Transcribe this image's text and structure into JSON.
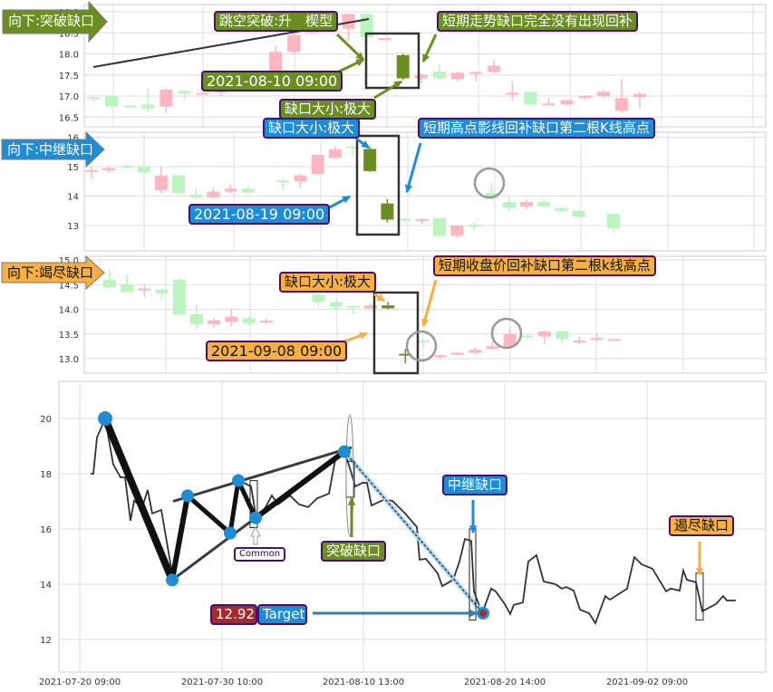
{
  "colors": {
    "up": "#ffb6c1",
    "down": "#b9f5bd",
    "gap": "#6b8e23",
    "olive": "#6b8e23",
    "blue": "#1f8dd6",
    "orange": "#f5b041",
    "red": "#a52a2a"
  },
  "chart_data": [
    {
      "type": "candlestick",
      "name": "breakaway",
      "yticks": [
        "16.5",
        "17.0",
        "17.5",
        "18.0",
        "18.5",
        "19.0"
      ],
      "ylim": [
        16.4,
        19.1
      ],
      "banner": "向下:突破缺口",
      "annotations": {
        "pattern": "跳空突破:升　楔型",
        "fill": "短期走势缺口完全没有出现回补",
        "date": "2021-08-10 09:00",
        "size": "缺口大小:极大"
      },
      "candles": [
        [
          0,
          16.95,
          16.92,
          17.0,
          16.85,
          "down"
        ],
        [
          1,
          17.0,
          16.75,
          17.0,
          16.72,
          "down"
        ],
        [
          2,
          16.75,
          16.75,
          16.76,
          16.74,
          "down"
        ],
        [
          3,
          16.8,
          16.7,
          17.2,
          16.6,
          "down"
        ],
        [
          4,
          16.75,
          17.15,
          17.2,
          16.6,
          "up"
        ],
        [
          5,
          17.12,
          17.05,
          17.15,
          16.9,
          "down"
        ],
        [
          6,
          17.05,
          17.05,
          17.07,
          17.03,
          "up"
        ],
        [
          7,
          17.08,
          17.1,
          17.12,
          16.98,
          "up"
        ],
        [
          10,
          17.4,
          18.05,
          18.2,
          17.35,
          "up"
        ],
        [
          11,
          18.05,
          18.45,
          18.5,
          18.0,
          "up"
        ],
        [
          12,
          18.5,
          18.6,
          18.65,
          18.45,
          "up"
        ],
        [
          13,
          18.75,
          18.65,
          18.8,
          18.5,
          "down"
        ],
        [
          14,
          18.6,
          18.95,
          18.95,
          18.3,
          "up"
        ],
        [
          15,
          18.95,
          18.4,
          19.0,
          18.3,
          "down"
        ],
        [
          16,
          18.35,
          18.35,
          18.37,
          18.33,
          "up"
        ],
        [
          17,
          17.97,
          17.42,
          18.0,
          17.38,
          "gap"
        ],
        [
          18,
          17.42,
          17.5,
          17.55,
          17.3,
          "up"
        ],
        [
          19,
          17.58,
          17.42,
          17.75,
          17.4,
          "down"
        ],
        [
          20,
          17.4,
          17.55,
          17.58,
          17.35,
          "up"
        ],
        [
          21,
          17.55,
          17.55,
          17.57,
          17.35,
          "up"
        ],
        [
          22,
          17.57,
          17.72,
          17.85,
          17.55,
          "up"
        ],
        [
          23,
          17.03,
          17.08,
          17.35,
          16.9,
          "up"
        ],
        [
          24,
          17.1,
          16.8,
          17.1,
          16.75,
          "down"
        ],
        [
          25,
          16.8,
          16.8,
          16.95,
          16.78,
          "up"
        ],
        [
          26,
          16.8,
          16.9,
          16.92,
          16.78,
          "up"
        ],
        [
          27,
          16.95,
          17.0,
          17.02,
          16.9,
          "up"
        ],
        [
          28,
          17.0,
          17.1,
          17.15,
          16.95,
          "up"
        ],
        [
          29,
          16.65,
          16.95,
          17.4,
          16.6,
          "up"
        ],
        [
          30,
          16.98,
          17.05,
          17.1,
          16.7,
          "up"
        ]
      ]
    },
    {
      "type": "candlestick",
      "name": "runaway",
      "yticks": [
        "13",
        "14",
        "15",
        "16"
      ],
      "ylim": [
        12.2,
        16.1
      ],
      "banner": "向下:中继缺口",
      "annotations": {
        "size": "缺口大小:极大",
        "fill": "短期高点影线回补缺口第二根K线高点",
        "date": "2021-08-19 09:00"
      },
      "candles": [
        [
          0,
          14.85,
          14.85,
          15.0,
          14.6,
          "up"
        ],
        [
          1,
          14.88,
          14.95,
          15.0,
          14.8,
          "up"
        ],
        [
          2,
          15.0,
          15.0,
          15.1,
          14.95,
          "down"
        ],
        [
          3,
          15.0,
          14.8,
          15.02,
          14.78,
          "down"
        ],
        [
          4,
          14.2,
          14.7,
          15.0,
          14.1,
          "up"
        ],
        [
          5,
          14.7,
          14.1,
          14.72,
          14.05,
          "down"
        ],
        [
          6,
          14.05,
          13.95,
          14.25,
          13.9,
          "down"
        ],
        [
          7,
          13.95,
          14.15,
          14.3,
          13.92,
          "up"
        ],
        [
          8,
          14.15,
          14.25,
          14.4,
          14.1,
          "up"
        ],
        [
          9,
          14.25,
          14.12,
          14.35,
          14.1,
          "down"
        ],
        [
          11,
          14.5,
          14.5,
          14.6,
          14.2,
          "down"
        ],
        [
          12,
          14.5,
          14.7,
          14.75,
          14.3,
          "up"
        ],
        [
          13,
          14.75,
          15.4,
          15.42,
          14.72,
          "up"
        ],
        [
          14,
          15.3,
          15.6,
          15.7,
          15.28,
          "up"
        ],
        [
          15,
          15.65,
          15.65,
          15.75,
          15.4,
          "down"
        ],
        [
          16,
          15.6,
          14.85,
          15.65,
          14.82,
          "gap"
        ],
        [
          17,
          13.75,
          13.2,
          13.9,
          13.1,
          "gap"
        ],
        [
          18,
          13.2,
          13.2,
          13.25,
          13.1,
          "down"
        ],
        [
          19,
          13.15,
          13.22,
          13.24,
          13.05,
          "up"
        ],
        [
          20,
          13.25,
          12.65,
          13.27,
          12.63,
          "down"
        ],
        [
          21,
          12.65,
          13.0,
          13.02,
          12.6,
          "up"
        ],
        [
          22,
          13.0,
          13.0,
          13.1,
          12.85,
          "down"
        ],
        [
          23,
          14.1,
          13.9,
          14.45,
          13.85,
          "down"
        ],
        [
          24,
          13.8,
          13.6,
          13.95,
          13.5,
          "down"
        ],
        [
          25,
          13.65,
          13.8,
          13.9,
          13.55,
          "up"
        ],
        [
          26,
          13.8,
          13.65,
          13.9,
          13.62,
          "down"
        ],
        [
          27,
          13.6,
          13.5,
          13.65,
          13.45,
          "down"
        ],
        [
          28,
          13.5,
          13.3,
          13.52,
          13.28,
          "down"
        ],
        [
          30,
          13.4,
          12.9,
          13.42,
          12.75,
          "down"
        ]
      ]
    },
    {
      "type": "candlestick",
      "name": "exhaustion",
      "yticks": [
        "13.0",
        "13.5",
        "14.0",
        "14.5",
        "15.0"
      ],
      "ylim": [
        12.7,
        15.05
      ],
      "banner": "向下:竭尽缺口",
      "annotations": {
        "size": "缺口大小:极大",
        "fill": "短期收盘价回补缺口第二根k线高点",
        "date": "2021-09-08 09:00"
      },
      "candles": [
        [
          1,
          14.6,
          14.45,
          14.8,
          14.43,
          "down"
        ],
        [
          2,
          14.5,
          14.35,
          14.7,
          14.33,
          "down"
        ],
        [
          3,
          14.4,
          14.4,
          14.5,
          14.25,
          "up"
        ],
        [
          4,
          14.4,
          14.32,
          14.42,
          14.2,
          "down"
        ],
        [
          5,
          14.6,
          13.9,
          14.62,
          13.88,
          "down"
        ],
        [
          6,
          13.9,
          13.7,
          14.1,
          13.6,
          "down"
        ],
        [
          7,
          13.7,
          13.78,
          13.82,
          13.63,
          "up"
        ],
        [
          8,
          13.75,
          13.85,
          14.0,
          13.65,
          "up"
        ],
        [
          9,
          13.82,
          13.72,
          13.85,
          13.68,
          "down"
        ],
        [
          10,
          13.75,
          13.75,
          13.82,
          13.7,
          "up"
        ],
        [
          13,
          14.3,
          14.15,
          14.32,
          14.05,
          "down"
        ],
        [
          14,
          14.15,
          14.05,
          14.17,
          13.98,
          "down"
        ],
        [
          15,
          14.05,
          14.05,
          14.07,
          13.9,
          "down"
        ],
        [
          16,
          14.02,
          14.08,
          14.12,
          14.0,
          "up"
        ],
        [
          17,
          14.08,
          14.02,
          14.15,
          14.0,
          "gap"
        ],
        [
          18,
          13.08,
          13.08,
          13.2,
          12.9,
          "gap"
        ],
        [
          19,
          13.35,
          13.35,
          13.4,
          13.2,
          "down"
        ],
        [
          20,
          13.05,
          13.05,
          13.08,
          13.0,
          "up"
        ],
        [
          21,
          13.08,
          13.12,
          13.14,
          13.06,
          "up"
        ],
        [
          22,
          13.12,
          13.18,
          13.22,
          13.1,
          "up"
        ],
        [
          23,
          13.2,
          13.25,
          13.35,
          13.18,
          "up"
        ],
        [
          24,
          13.25,
          13.5,
          13.6,
          13.24,
          "up"
        ],
        [
          25,
          13.45,
          13.43,
          13.47,
          13.4,
          "down"
        ],
        [
          26,
          13.45,
          13.55,
          13.57,
          13.3,
          "up"
        ],
        [
          27,
          13.55,
          13.4,
          13.58,
          13.3,
          "down"
        ],
        [
          28,
          13.35,
          13.35,
          13.45,
          13.3,
          "up"
        ],
        [
          29,
          13.4,
          13.4,
          13.5,
          13.35,
          "up"
        ],
        [
          30,
          13.38,
          13.38,
          13.4,
          13.36,
          "up"
        ]
      ]
    },
    {
      "type": "line",
      "name": "overview",
      "yticks": [
        "12",
        "14",
        "16",
        "18",
        "20"
      ],
      "ylim": [
        11.3,
        21.5
      ],
      "xticks": [
        {
          "bar": 0,
          "label": "2021-07-20 09:00"
        },
        {
          "bar": 39.25,
          "label": "2021-07-30 10:00"
        },
        {
          "bar": 78.25,
          "label": "2021-08-10 13:00"
        },
        {
          "bar": 117.25,
          "label": "2021-08-20 14:00"
        },
        {
          "bar": 156.5,
          "label": "2021-09-02 09:00"
        }
      ],
      "close": [
        [
          3,
          18.0
        ],
        [
          3.75,
          18.0
        ],
        [
          4.75,
          19.31
        ],
        [
          7,
          20.0
        ],
        [
          9.25,
          18.33
        ],
        [
          11.25,
          17.87
        ],
        [
          12.5,
          17.87
        ],
        [
          14,
          16.3
        ],
        [
          15,
          17.02
        ],
        [
          17.25,
          16.79
        ],
        [
          18.75,
          17.41
        ],
        [
          20,
          16.56
        ],
        [
          22.5,
          16.69
        ],
        [
          25.5,
          14.39
        ],
        [
          26.25,
          14.82
        ],
        [
          29.75,
          17.21
        ],
        [
          33,
          16.89
        ],
        [
          36.25,
          16.46
        ],
        [
          41.25,
          15.87
        ],
        [
          43.75,
          17.77
        ],
        [
          47.25,
          17.54
        ],
        [
          48.75,
          16.36
        ],
        [
          51.25,
          16.79
        ],
        [
          53,
          17.21
        ],
        [
          54.75,
          16.89
        ],
        [
          58,
          17.21
        ],
        [
          60.5,
          16.89
        ],
        [
          63,
          16.79
        ],
        [
          65.5,
          17.11
        ],
        [
          68.75,
          17.28
        ],
        [
          70.5,
          18.52
        ],
        [
          73,
          18.82
        ],
        [
          74.75,
          18.1
        ],
        [
          76,
          17.54
        ],
        [
          78,
          17.67
        ],
        [
          79.25,
          17.67
        ],
        [
          80.5,
          16.85
        ],
        [
          83.75,
          17.05
        ],
        [
          86.25,
          17.02
        ],
        [
          89.75,
          16.56
        ],
        [
          93,
          16.07
        ],
        [
          93.75,
          14.89
        ],
        [
          95.5,
          14.92
        ],
        [
          98.75,
          14.39
        ],
        [
          100,
          13.93
        ],
        [
          103,
          14.16
        ],
        [
          104.75,
          14.82
        ],
        [
          106.25,
          15.64
        ],
        [
          108,
          15.57
        ],
        [
          108.75,
          13.74
        ],
        [
          111,
          12.95
        ],
        [
          113.5,
          13.84
        ],
        [
          114.75,
          13.74
        ],
        [
          117.25,
          13.28
        ],
        [
          118.75,
          12.92
        ],
        [
          119.75,
          13.25
        ],
        [
          122.25,
          13.34
        ],
        [
          123.75,
          14.82
        ],
        [
          126,
          15.05
        ],
        [
          128,
          14.1
        ],
        [
          131.25,
          14.0
        ],
        [
          133,
          13.84
        ],
        [
          134.25,
          13.9
        ],
        [
          136.25,
          13.77
        ],
        [
          138,
          13.08
        ],
        [
          140.5,
          12.95
        ],
        [
          142.25,
          12.59
        ],
        [
          145,
          13.57
        ],
        [
          146.25,
          13.44
        ],
        [
          151,
          13.84
        ],
        [
          153,
          14.98
        ],
        [
          155,
          14.72
        ],
        [
          158,
          14.56
        ],
        [
          161.75,
          13.74
        ],
        [
          163,
          13.84
        ],
        [
          165.5,
          13.77
        ],
        [
          166.5,
          14.49
        ],
        [
          167.5,
          14.16
        ],
        [
          170,
          14.07
        ],
        [
          171.75,
          13.02
        ],
        [
          175.5,
          13.28
        ],
        [
          177.5,
          13.57
        ],
        [
          178.5,
          13.41
        ],
        [
          181,
          13.41
        ]
      ],
      "pivots": [
        [
          7,
          20.0
        ],
        [
          25.5,
          14.15
        ],
        [
          29.75,
          17.2
        ],
        [
          41.5,
          15.85
        ],
        [
          43.75,
          17.75
        ],
        [
          48.5,
          16.4
        ],
        [
          73,
          18.8
        ],
        [
          111.25,
          12.95
        ]
      ],
      "upper_trend": [
        [
          25.75,
          17.0
        ],
        [
          75,
          18.95
        ]
      ],
      "lower_trend": [
        [
          26,
          14.2
        ],
        [
          72.5,
          18.75
        ]
      ],
      "target_line": [
        [
          73,
          18.8
        ],
        [
          111.25,
          12.95
        ]
      ],
      "target_value": "12.92",
      "target_label": "Target",
      "gaps": [
        {
          "label": "Common",
          "from": [
            47,
            17.75
          ],
          "to": [
            49,
            16.05
          ]
        },
        {
          "label": "突破缺口",
          "from": [
            73.5,
            18.45
          ],
          "to": [
            75.75,
            17.15
          ]
        },
        {
          "label": "中继缺口",
          "from": [
            107.5,
            16.0
          ],
          "to": [
            109.25,
            12.7
          ]
        },
        {
          "label": "遏尽缺口",
          "from": [
            170,
            14.4
          ],
          "to": [
            172,
            12.7
          ]
        }
      ]
    }
  ]
}
